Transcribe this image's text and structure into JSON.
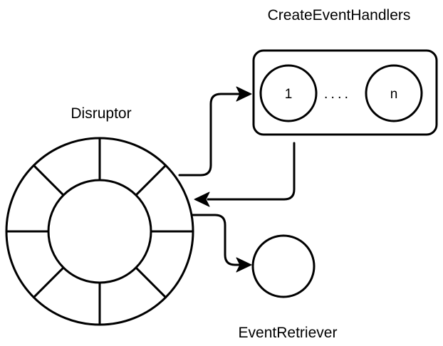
{
  "diagram": {
    "disruptor": {
      "label": "Disruptor",
      "segments": 8
    },
    "handlers": {
      "label": "CreateEventHandlers",
      "first": "1",
      "ellipsis": "....",
      "last": "n"
    },
    "retriever": {
      "label": "EventRetriever"
    },
    "colors": {
      "stroke": "#000000",
      "background": "#ffffff"
    }
  }
}
